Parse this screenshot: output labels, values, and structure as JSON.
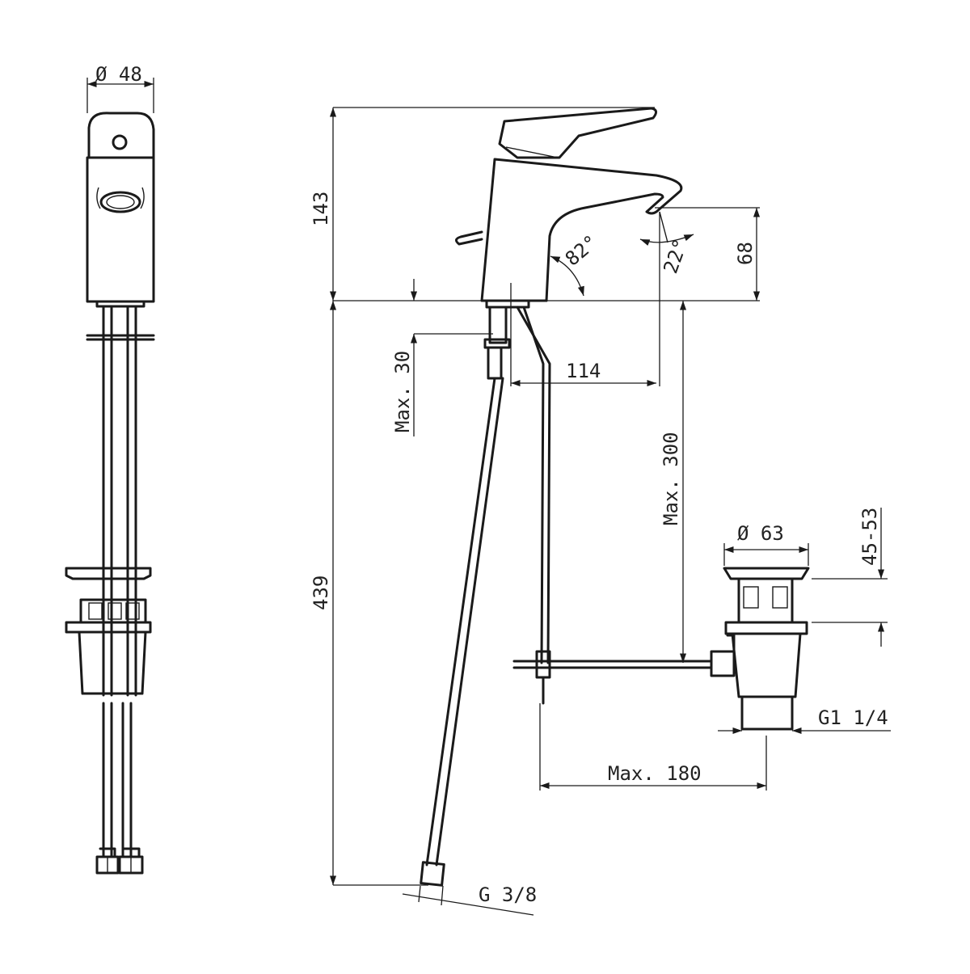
{
  "drawing": {
    "side_diameter": "Ø 48",
    "drain_diameter": "Ø 63",
    "height_spout": "143",
    "height_outlet": "68",
    "total_length": "439",
    "max_thickness": "Max. 30",
    "reach": "114",
    "max_rod": "Max. 300",
    "pop_up_range": "45-53",
    "drain_thread": "G1 1/4",
    "max_horizontal": "Max. 180",
    "hose_thread": "G 3/8",
    "angle_spout": "82°",
    "angle_lever": "22°"
  }
}
